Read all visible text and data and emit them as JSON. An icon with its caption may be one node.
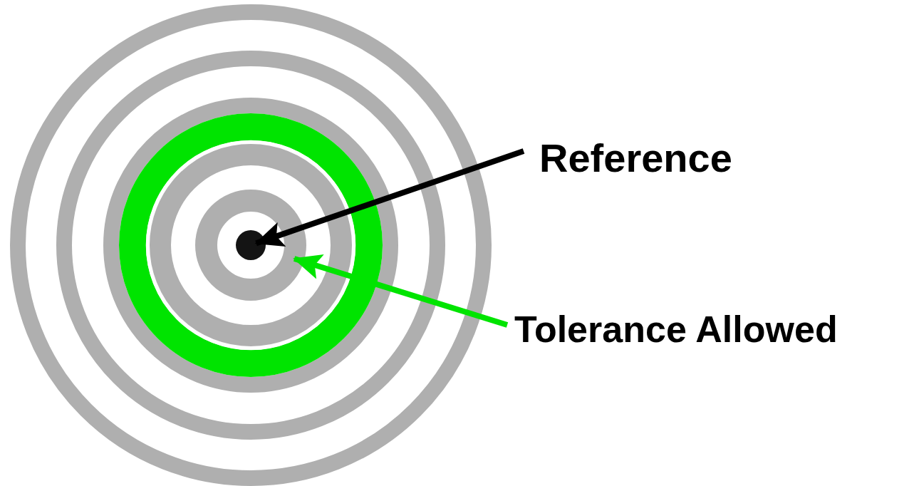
{
  "diagram": {
    "nodes": [
      {
        "text": [
          "Reference"
        ]
      },
      {
        "text": [
          "Tolerance Allowed"
        ]
      },
      {
        "text": [],
        "shape": "circle",
        "in": 3
      },
      {
        "text": [],
        "shape": "circle"
      }
    ],
    "edges": [
      {
        "from": 0,
        "to": 2,
        "arrow": "to",
        "color": "#000000"
      },
      {
        "from": 1,
        "to": 3,
        "arrow": "to",
        "color": "#00e400"
      }
    ]
  }
}
